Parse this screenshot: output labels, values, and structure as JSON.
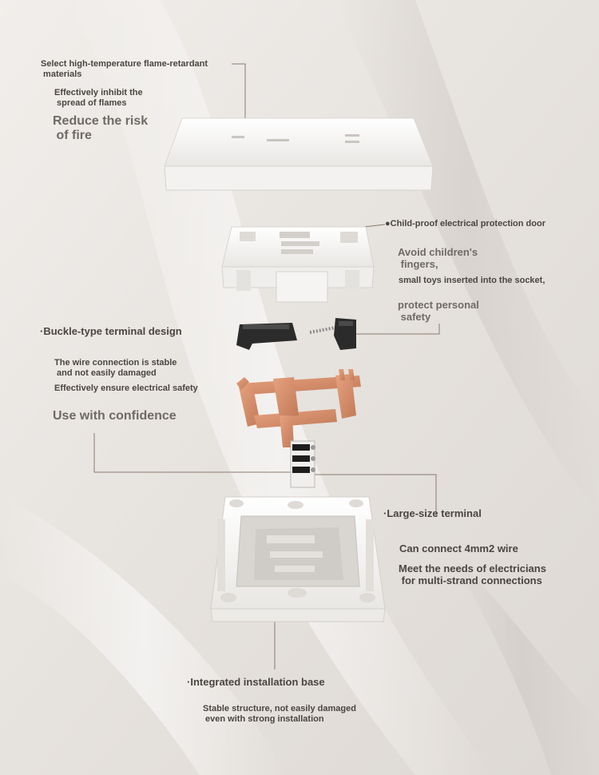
{
  "callouts": {
    "cover": {
      "title": "Select high-temperature flame-retardant\n materials",
      "line1": "Effectively inhibit the\n spread of flames",
      "line2": "Reduce the risk\n of fire"
    },
    "door": {
      "title": "●Child-proof electrical protection door",
      "line1": "Avoid children's\n fingers,",
      "line2": "small toys inserted into the socket,",
      "line3": "protect personal\n safety"
    },
    "buckle": {
      "title": "·Buckle-type terminal design",
      "line1": "The wire connection is stable\n and not easily damaged",
      "line2": "Effectively ensure electrical safety",
      "line3": "Use with confidence"
    },
    "terminal": {
      "title": "·Large-size terminal",
      "line1": "Can connect 4mm2 wire",
      "line2": "Meet the needs of electricians\n for multi-strand connections"
    },
    "base": {
      "title": "·Integrated installation base",
      "line1": "Stable structure, not easily damaged\n even with strong installation"
    }
  },
  "colors": {
    "background": "#ebe7e3",
    "text": "#5b5652",
    "leader_line": "#8a7a6e",
    "plastic": "#f7f6f4",
    "copper": "#d8926f",
    "dark_part": "#2b2b2b"
  },
  "components": [
    "front-cover-panel",
    "protection-door-module",
    "buckle-terminal-parts",
    "copper-conductor-frame",
    "terminal-block",
    "installation-base"
  ]
}
